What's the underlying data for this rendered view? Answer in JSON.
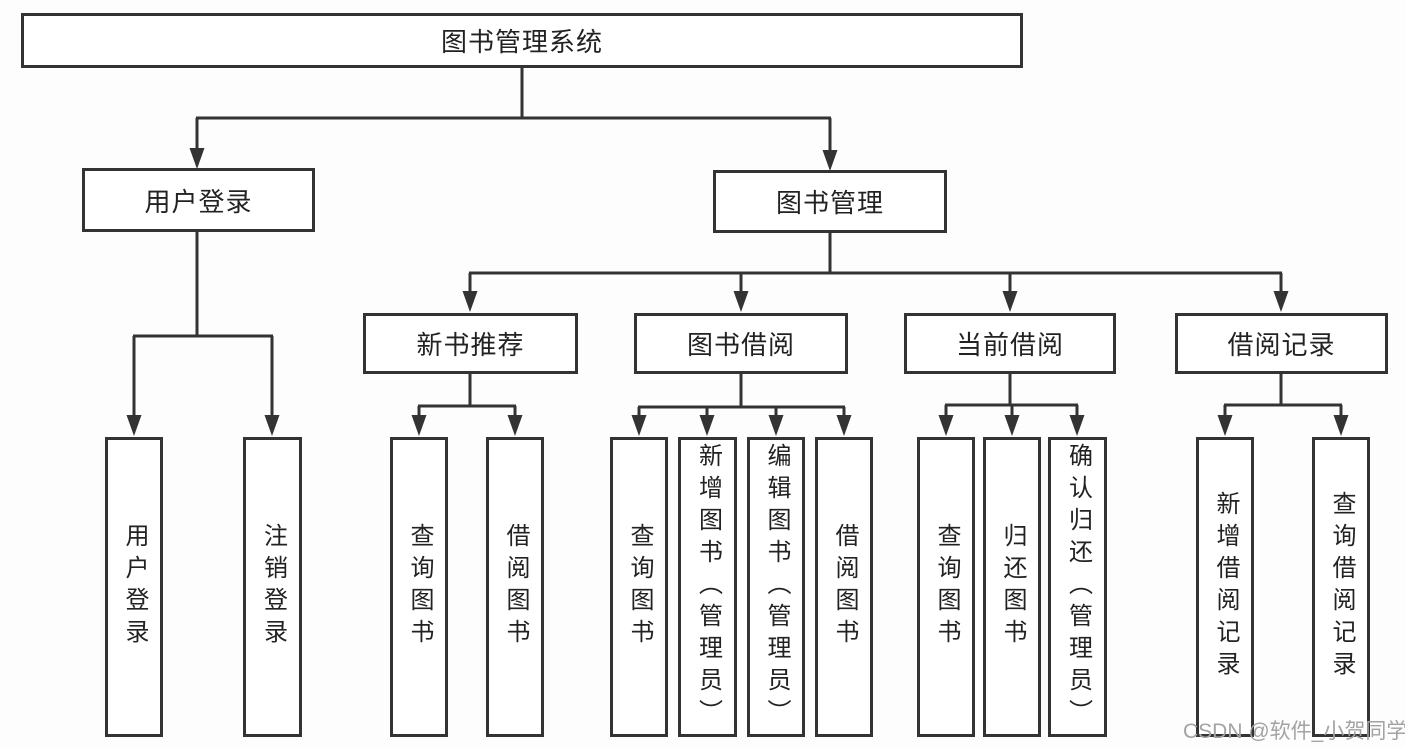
{
  "diagram": {
    "root": {
      "label": "图书管理系统"
    },
    "branches": [
      {
        "label": "用户登录",
        "children": [
          {
            "label": "用户登录"
          },
          {
            "label": "注销登录"
          }
        ]
      },
      {
        "label": "图书管理",
        "children": [
          {
            "label": "新书推荐",
            "children": [
              {
                "label": "查询图书"
              },
              {
                "label": "借阅图书"
              }
            ]
          },
          {
            "label": "图书借阅",
            "children": [
              {
                "label": "查询图书"
              },
              {
                "label": "新增图书（管理员）"
              },
              {
                "label": "编辑图书（管理员）"
              },
              {
                "label": "借阅图书"
              }
            ]
          },
          {
            "label": "当前借阅",
            "children": [
              {
                "label": "查询图书"
              },
              {
                "label": "归还图书"
              },
              {
                "label": "确认归还（管理员）"
              }
            ]
          },
          {
            "label": "借阅记录",
            "children": [
              {
                "label": "新增借阅记录"
              },
              {
                "label": "查询借阅记录"
              }
            ]
          }
        ]
      }
    ]
  },
  "watermark": {
    "text": "CSDN @软件_小贺同学"
  },
  "colors": {
    "line": "#333333",
    "box_border": "#333333",
    "box_background": "#ffffff",
    "text": "#222222",
    "watermark_text": "#a3a3a3",
    "page_background": "#fdfdfd"
  }
}
